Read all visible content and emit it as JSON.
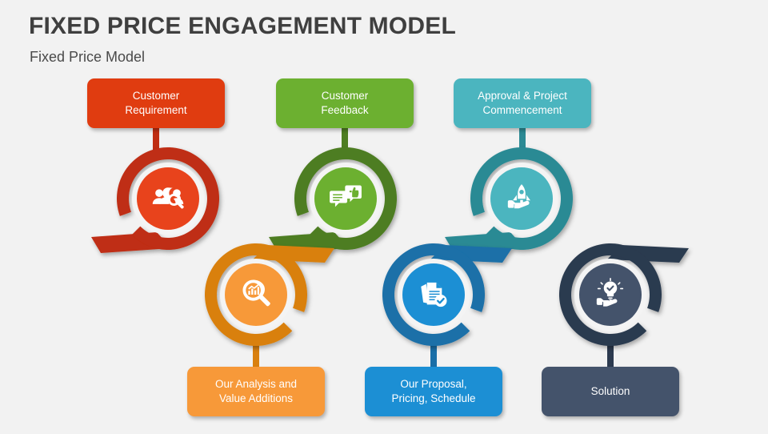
{
  "header": {
    "title": "FIXED PRICE ENGAGEMENT MODEL",
    "subtitle": "Fixed Price Model"
  },
  "background_color": "#f2f2f2",
  "steps": [
    {
      "id": "customer-requirement",
      "label": "Customer\nRequirement",
      "label_line1": "Customer",
      "label_line2": "Requirement",
      "row": "top",
      "icon": "people-search-icon",
      "ring_color": "#bf2d12",
      "inner_color": "#e8431c",
      "box_color": "#e03c10",
      "connector_color": "#bf2d12",
      "tail_direction": "left"
    },
    {
      "id": "customer-feedback",
      "label": "Customer\nFeedback",
      "label_line1": "Customer",
      "label_line2": "Feedback",
      "row": "top",
      "icon": "feedback-thumbsup-icon",
      "ring_color": "#4e7d22",
      "inner_color": "#6cb030",
      "box_color": "#6cb030",
      "connector_color": "#4e7d22",
      "tail_direction": "left"
    },
    {
      "id": "approval-project-commencement",
      "label": "Approval & Project\nCommencement",
      "label_line1": "Approval & Project",
      "label_line2": "Commencement",
      "row": "top",
      "icon": "rocket-hand-icon",
      "ring_color": "#2c8a94",
      "inner_color": "#4bb5bf",
      "box_color": "#4bb5bf",
      "connector_color": "#2c8a94",
      "tail_direction": "left"
    },
    {
      "id": "our-analysis-and-value-additions",
      "label": "Our Analysis and\nValue Additions",
      "label_line1": "Our Analysis and",
      "label_line2": "Value Additions",
      "row": "bottom",
      "icon": "chart-magnifier-icon",
      "ring_color": "#d9800f",
      "inner_color": "#f79939",
      "box_color": "#f79939",
      "connector_color": "#d9800f",
      "tail_direction": "right"
    },
    {
      "id": "our-proposal-pricing-schedule",
      "label": "Our Proposal,\nPricing, Schedule",
      "label_line1": "Our Proposal,",
      "label_line2": "Pricing, Schedule",
      "row": "bottom",
      "icon": "documents-check-icon",
      "ring_color": "#1a6fa8",
      "inner_color": "#1c8fd4",
      "box_color": "#1c8fd4",
      "connector_color": "#1a6fa8",
      "tail_direction": "right"
    },
    {
      "id": "solution",
      "label": "Solution",
      "label_line1": "Solution",
      "label_line2": "",
      "row": "bottom",
      "icon": "lightbulb-hand-icon",
      "ring_color": "#2c3a4f",
      "inner_color": "#44536b",
      "box_color": "#44536b",
      "connector_color": "#2c3a4f",
      "tail_direction": "right"
    }
  ]
}
